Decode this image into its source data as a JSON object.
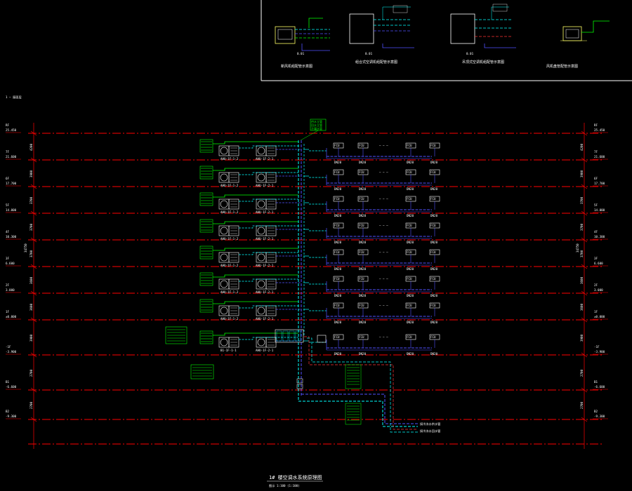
{
  "colors": {
    "background": "#000000",
    "floor_line": "#ff0000",
    "supply_pipe": "#00ffff",
    "condensate_pipe": "#5050ff",
    "refrigerant_pipe": "#00ff00",
    "return_pipe": "#ff3333",
    "text": "#ffffff",
    "annotation_green": "#00ff00",
    "unit_box": "#ffffff"
  },
  "drawing": {
    "main_title": "1# 楼空调水系统原理图",
    "scale_note": "图示 1:100 (1:100)",
    "corner_label": "1 — 屋面层",
    "grid_separator": "— — —"
  },
  "details": [
    {
      "caption": "新风机组配管示意图",
      "code": "0.01"
    },
    {
      "caption": "组合式空调机组配管示意图",
      "code": "0.01"
    },
    {
      "caption": "吊顶式空调机组配管示意图",
      "code": "0.01"
    },
    {
      "caption": "风机盘管配管示意图",
      "code": ""
    }
  ],
  "floors": {
    "left_labels": [
      "RF",
      "7F",
      "6F",
      "5F",
      "4F",
      "3F",
      "2F",
      "1F",
      "-1F",
      "B1",
      "B2"
    ],
    "left_elev": [
      "25.450",
      "21.600",
      "17.700",
      "14.000",
      "10.300",
      "6.600",
      "3.000",
      "±0.000",
      "-3.900",
      "-6.600",
      "-9.300"
    ],
    "right_labels": [
      "RF",
      "7F",
      "6F",
      "5F",
      "4F",
      "3F",
      "2F",
      "1F",
      "-1F",
      "B1",
      "B2"
    ],
    "right_elev": [
      "25.450",
      "21.600",
      "17.700",
      "14.000",
      "10.300",
      "6.600",
      "3.000",
      "±0.000",
      "-3.900",
      "-6.600",
      "-9.300"
    ],
    "left_dims": [
      "4200",
      "3900",
      "3700",
      "3700",
      "3700",
      "3600",
      "3600",
      "3900",
      "2700",
      "2700"
    ],
    "right_dims": [
      "4200",
      "3900",
      "3700",
      "3700",
      "3700",
      "3600",
      "3600",
      "3900",
      "2700",
      "2700"
    ],
    "total_dim": "34750"
  },
  "units": {
    "ahu_labels": [
      "AHU-1F-1-2",
      "AHU-1F-1-2",
      "AHU-1F-1-2",
      "AHU-1F-1-2",
      "AHU-1F-1-2",
      "AHU-1F-1-2",
      "AHU-1F-1-2",
      "B1-1F-1-1"
    ],
    "ahu_labels_b": [
      "AHU-1F-2-1",
      "AHU-1F-2-1",
      "AHU-1F-2-1",
      "AHU-1F-2-1",
      "AHU-1F-2-1",
      "AHU-1F-2-1",
      "AHU-1F-2-1",
      "AHU-1F-2-1"
    ],
    "fcu_labels": [
      "FCU",
      "FCU",
      "FCU",
      "FCU"
    ],
    "fcu_tags": [
      "DN20",
      "DN20",
      "DN20",
      "DN20"
    ]
  },
  "riser": {
    "top_note": [
      "供水立管",
      "回水立管",
      "冷凝水管"
    ],
    "bottom_notes": [
      "接冷冻水供水管",
      "接冷冻水回水管"
    ]
  }
}
